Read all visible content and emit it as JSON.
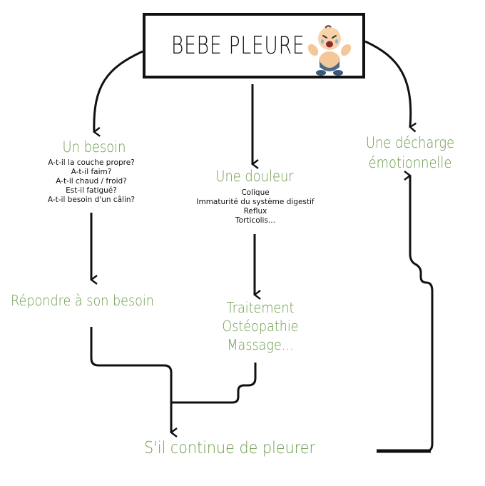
{
  "title": "BEBE PLEURE",
  "nodes": {
    "besoin": {
      "label": "Un besoin",
      "items": [
        "A-t-il la couche propre?",
        "A-t-il faim?",
        "A-t-il chaud / froid?",
        "Est-il fatigué?",
        "A-t-il besoin d'un câlin?"
      ]
    },
    "douleur": {
      "label": "Une douleur",
      "items": [
        "Colique",
        "Immaturité du système digestif",
        "Reflux",
        "Torticolis..."
      ]
    },
    "decharge": {
      "line1": "Une décharge",
      "line2": "émotionnelle"
    }
  },
  "actions": {
    "repondre": "Répondre à son besoin",
    "traitement": [
      "Traitement",
      "Ostéopathie",
      "Massage..."
    ],
    "continue": "S'il continue de pleurer"
  },
  "colors": {
    "accent_green": "#6a9a49",
    "line": "#111111"
  }
}
